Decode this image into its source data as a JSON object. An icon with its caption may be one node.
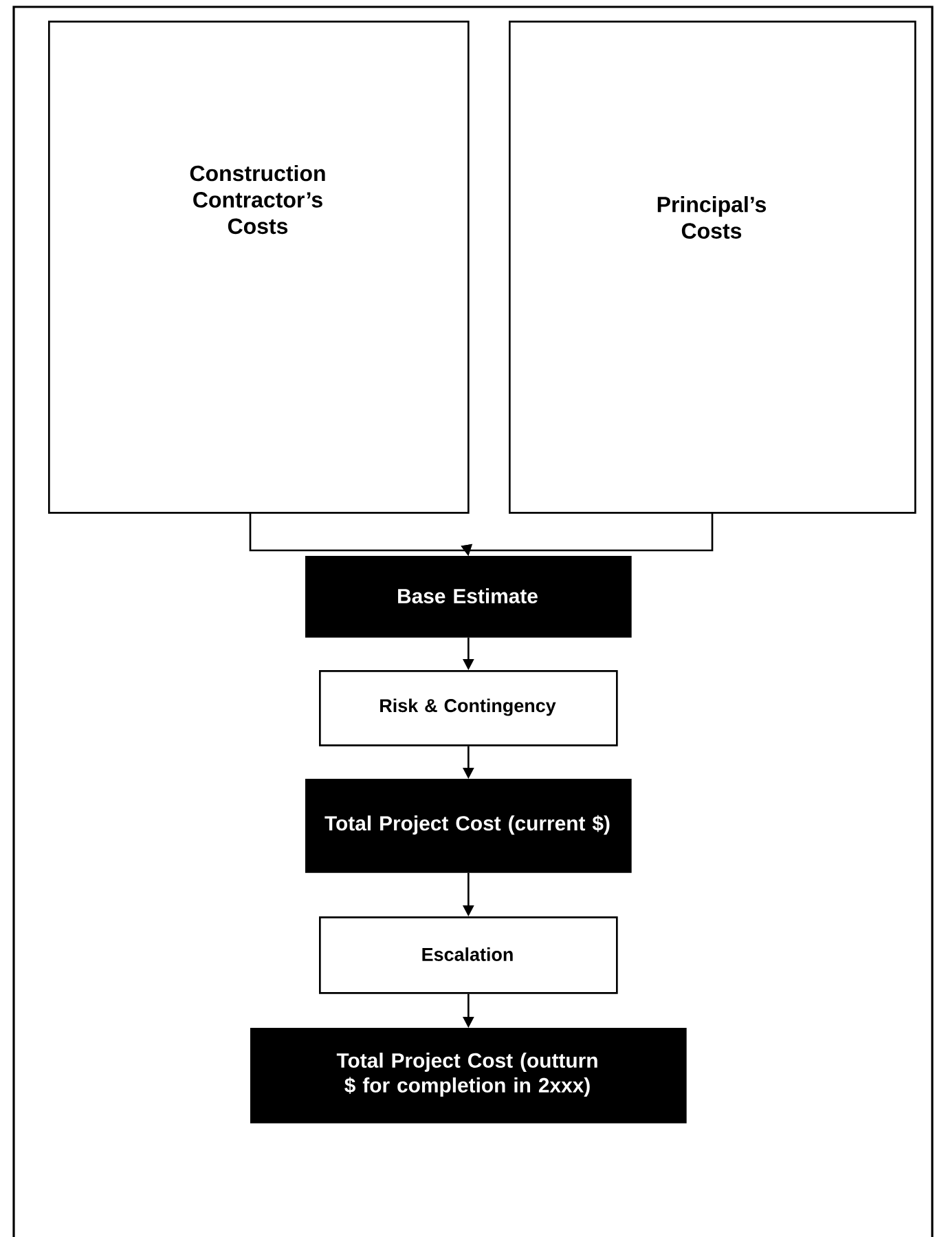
{
  "diagram": {
    "nodes": [
      {
        "text": [
          "Construction Contractor’s Costs"
        ]
      },
      {
        "text": [
          "Principal’s Costs"
        ]
      },
      {
        "text": [
          "Base Estimate"
        ]
      },
      {
        "text": [
          "Risk & Contingency"
        ]
      },
      {
        "text": [
          "Total Project Cost (current $)"
        ]
      },
      {
        "text": [
          "Escalation"
        ]
      },
      {
        "text": [
          "Total Project Cost (outturn $ for completion in 2xxx)"
        ]
      }
    ],
    "edges": [
      {
        "from": 0,
        "to": 2,
        "arrow": "to"
      },
      {
        "from": 1,
        "to": 2,
        "arrow": "to"
      },
      {
        "from": 2,
        "to": 3,
        "arrow": "to"
      },
      {
        "from": 3,
        "to": 4,
        "arrow": "to"
      },
      {
        "from": 4,
        "to": 5,
        "arrow": "to"
      },
      {
        "from": 5,
        "to": 6,
        "arrow": "to"
      }
    ]
  }
}
